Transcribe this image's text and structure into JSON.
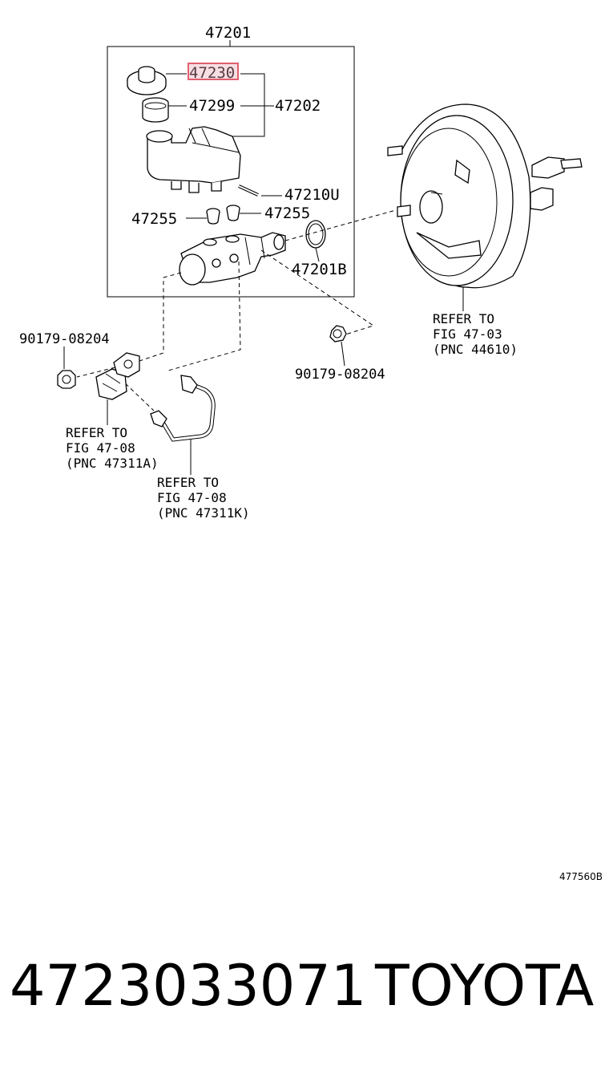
{
  "diagram": {
    "labels": {
      "assembly": "47201",
      "reservoir_cap": "47230",
      "strainer": "47299",
      "reservoir_set": "47202",
      "pin": "47210U",
      "grommet_left": "47255",
      "grommet_right": "47255",
      "gasket": "47201B",
      "nut_left": "90179-08204",
      "nut_right": "90179-08204"
    },
    "refs": {
      "booster": [
        "REFER TO",
        "FIG 47-03",
        "(PNC 44610)"
      ],
      "valve": [
        "REFER TO",
        "FIG 47-08",
        "(PNC 47311A)"
      ],
      "tube": [
        "REFER TO",
        "FIG 47-08",
        "(PNC 47311K)"
      ]
    },
    "illustration_code": "477560B",
    "highlight_color": "#e0606e"
  },
  "footer": {
    "part_number": "4723033071",
    "brand": "TOYOTA"
  }
}
